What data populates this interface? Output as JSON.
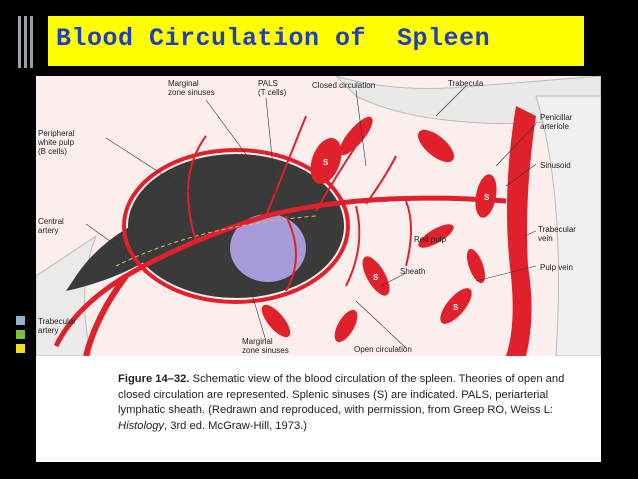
{
  "slide": {
    "title": "Blood Circulation of  Spleen",
    "colors": {
      "title_bg": "#ffff00",
      "title_text": "#1f3fbf",
      "blood_red": "#e0202a",
      "pulp_dark": "#3a3a3a",
      "germinal_center": "#a89ad8",
      "accent_green": "#7fbf3f"
    }
  },
  "figure": {
    "labels": {
      "marginal_sinuses_top": "Marginal\nzone sinuses",
      "pals": "PALS\n(T cells)",
      "closed_circulation": "Closed circulation",
      "trabecula": "Trabecula",
      "penicillar_arteriole": "Penicillar\narteriole",
      "peripheral_white_pulp": "Peripheral\nwhite pulp\n(B cells)",
      "sinusoid": "Sinusoid",
      "central_artery": "Central\nartery",
      "red_pulp": "Red pulp",
      "trabecular_vein": "Trabecular\nvein",
      "sheath": "Sheath",
      "pulp_vein": "Pulp vein",
      "trabecular_artery": "Trabecular\nartery",
      "marginal_sinuses_bottom": "Marginal\nzone sinuses",
      "open_circulation": "Open circulation",
      "sinus_s": "S"
    },
    "caption_label": "Figure 14–32.",
    "caption_text": " Schematic view of the blood circulation of the spleen. Theories of open and closed circulation are represented. Splenic sinuses (S) are indicated. PALS, periarterial lymphatic sheath. (Redrawn and reproduced, with permission, from Greep RO, Weiss L: ",
    "caption_italic": "Histology",
    "caption_end": ", 3rd ed. McGraw-Hill, 1973.)"
  }
}
